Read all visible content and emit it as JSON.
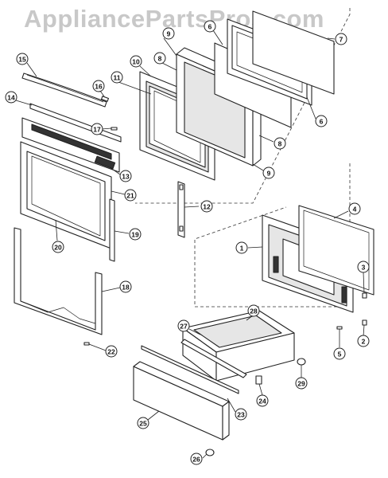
{
  "watermark": "AppliancePartsPros.com",
  "callouts": [
    {
      "id": "c15",
      "label": "15"
    },
    {
      "id": "c14",
      "label": "14"
    },
    {
      "id": "c16",
      "label": "16"
    },
    {
      "id": "c17",
      "label": "17"
    },
    {
      "id": "c13",
      "label": "13"
    },
    {
      "id": "c21",
      "label": "21"
    },
    {
      "id": "c20",
      "label": "20"
    },
    {
      "id": "c19",
      "label": "19"
    },
    {
      "id": "c18",
      "label": "18"
    },
    {
      "id": "c22",
      "label": "22"
    },
    {
      "id": "c10",
      "label": "10"
    },
    {
      "id": "c11",
      "label": "11"
    },
    {
      "id": "c9a",
      "label": "9"
    },
    {
      "id": "c8a",
      "label": "8"
    },
    {
      "id": "c6a",
      "label": "6"
    },
    {
      "id": "c7",
      "label": "7"
    },
    {
      "id": "c6b",
      "label": "6"
    },
    {
      "id": "c8b",
      "label": "8"
    },
    {
      "id": "c9b",
      "label": "9"
    },
    {
      "id": "c12",
      "label": "12"
    },
    {
      "id": "c1",
      "label": "1"
    },
    {
      "id": "c4",
      "label": "4"
    },
    {
      "id": "c3",
      "label": "3"
    },
    {
      "id": "c2",
      "label": "2"
    },
    {
      "id": "c5",
      "label": "5"
    },
    {
      "id": "c27",
      "label": "27"
    },
    {
      "id": "c28",
      "label": "28"
    },
    {
      "id": "c29",
      "label": "29"
    },
    {
      "id": "c24",
      "label": "24"
    },
    {
      "id": "c23",
      "label": "23"
    },
    {
      "id": "c25",
      "label": "25"
    },
    {
      "id": "c26",
      "label": "26"
    }
  ]
}
